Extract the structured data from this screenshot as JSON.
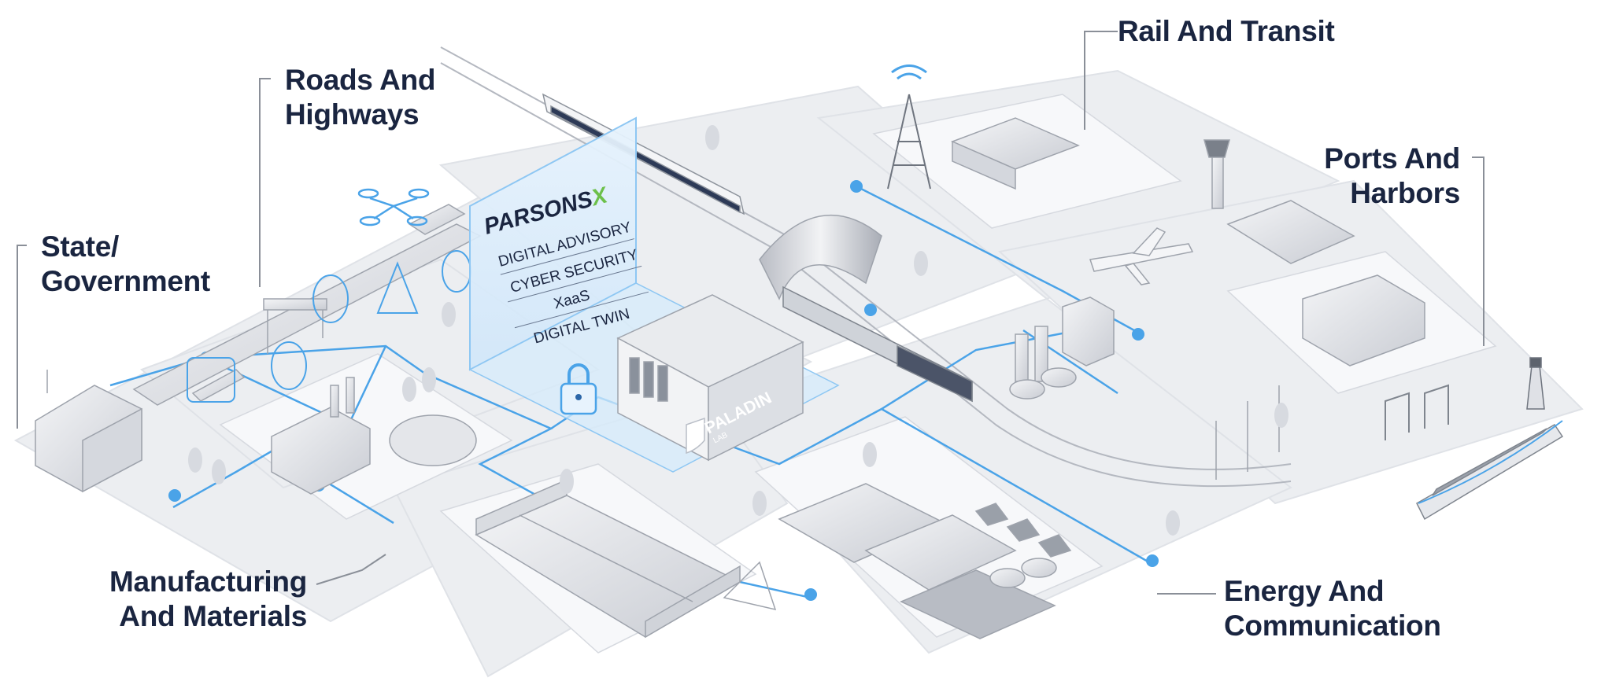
{
  "regions": {
    "state_government": [
      "State/",
      "Government"
    ],
    "roads_highways": [
      "Roads And",
      "Highways"
    ],
    "rail_transit": [
      "Rail And Transit"
    ],
    "ports_harbors": [
      "Ports And",
      "Harbors"
    ],
    "manufacturing": [
      "Manufacturing",
      "And Materials"
    ],
    "energy": [
      "Energy And",
      "Communication"
    ]
  },
  "panel": {
    "brand": "PARSONSX",
    "brand_main": "PARSONS",
    "brand_mark": "X",
    "items": [
      "DIGITAL ADVISORY",
      "CYBER SECURITY",
      "XaaS",
      "DIGITAL TWIN"
    ]
  },
  "lab": {
    "name": "PALADIN",
    "sub": "LAB"
  },
  "colors": {
    "accent": "#4aa3e8",
    "label": "#1a2540",
    "ground": "#e9ebef",
    "mark": "#6cc04a"
  }
}
